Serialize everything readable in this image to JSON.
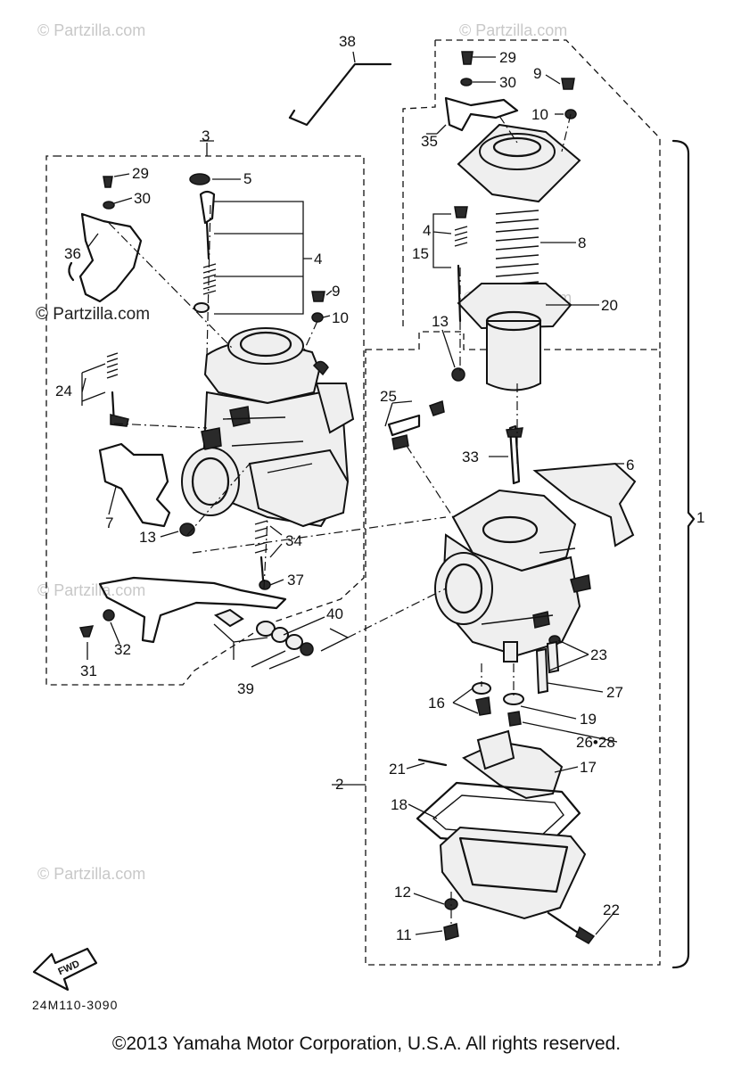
{
  "watermark": "© Partzilla.com",
  "diagram_code": "24M110-3090",
  "fwd_label": "FWD",
  "copyright": "©2013  Yamaha Motor Corporation, U.S.A. All rights reserved.",
  "callouts": {
    "c1": "1",
    "c2": "2",
    "c3": "3",
    "c4a": "4",
    "c4b": "4",
    "c5": "5",
    "c6": "6",
    "c7": "7",
    "c8": "8",
    "c9a": "9",
    "c9b": "9",
    "c10a": "10",
    "c10b": "10",
    "c11": "11",
    "c12": "12",
    "c13a": "13",
    "c13b": "13",
    "c15": "15",
    "c16": "16",
    "c17": "17",
    "c18": "18",
    "c19": "19",
    "c20": "20",
    "c21": "21",
    "c22": "22",
    "c23": "23",
    "c24": "24",
    "c25": "25",
    "c26": "26•28",
    "c27": "27",
    "c29a": "29",
    "c29b": "29",
    "c30a": "30",
    "c30b": "30",
    "c31": "31",
    "c32": "32",
    "c33": "33",
    "c34": "34",
    "c35": "35",
    "c36": "36",
    "c37": "37",
    "c38": "38",
    "c39": "39",
    "c40": "40"
  }
}
